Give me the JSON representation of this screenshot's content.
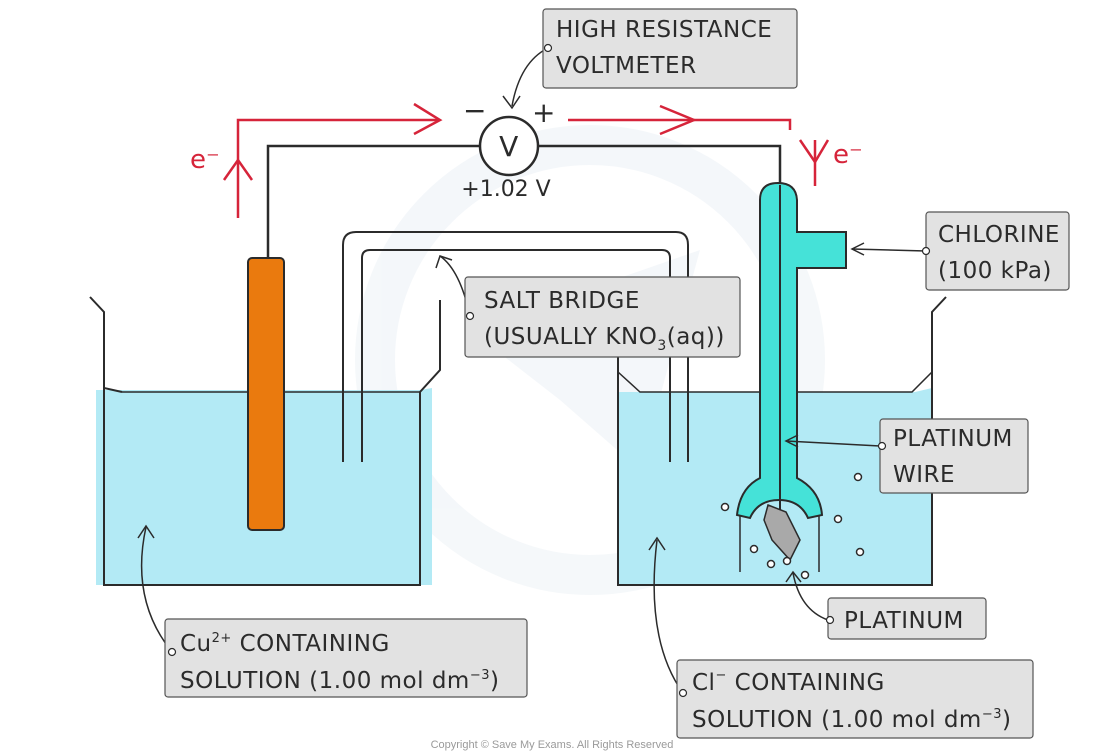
{
  "labels": {
    "voltmeter_line1": "HIGH RESISTANCE",
    "voltmeter_line2": "VOLTMETER",
    "chlorine_line1": "CHLORINE",
    "chlorine_line2": "(100 kPa)",
    "salt_line1": "SALT BRIDGE",
    "salt_line2_a": "(USUALLY KNO",
    "salt_line2_sub": "3",
    "salt_line2_b": "(aq))",
    "platinum_wire_line1": "PLATINUM",
    "platinum_wire_line2": "WIRE",
    "platinum": "PLATINUM",
    "cu_line1_a": "Cu",
    "cu_line1_sup": "2+",
    "cu_line1_b": " CONTAINING",
    "cu_line2_a": "SOLUTION (1.00 mol dm",
    "cu_line2_sup": "−3",
    "cu_line2_b": ")",
    "cl_line1_a": "Cl",
    "cl_line1_sup": "−",
    "cl_line1_b": " CONTAINING",
    "cl_line2_a": "SOLUTION (1.00 mol dm",
    "cl_line2_sup": "−3",
    "cl_line2_b": ")"
  },
  "voltmeter": {
    "symbol": "V",
    "minus": "−",
    "plus": "+",
    "reading": "+1.02 V"
  },
  "electron_flow": {
    "left": "e⁻",
    "right": "e⁻"
  },
  "copyright": "Copyright © Save My Exams. All Rights Reserved",
  "colors": {
    "solution": "#b3eaf5",
    "copper": "#ea7a0e",
    "electrode_glass": "#45e2d8",
    "platinum": "#a9a9a9",
    "arrow_red": "#d6243a",
    "label_box": "#e2e2e2"
  }
}
